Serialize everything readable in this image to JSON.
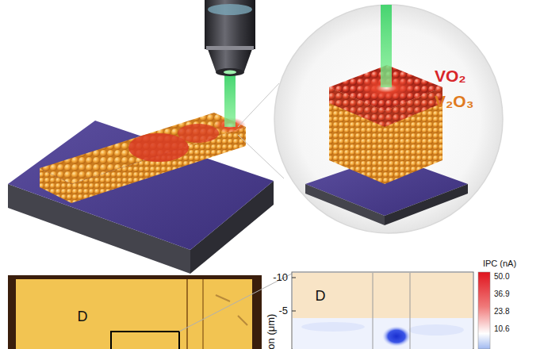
{
  "diagram": {
    "labels": [
      "VO₂",
      "V₂O₃",
      "D",
      "D",
      "-10",
      "-5",
      "on (μm)",
      "IPC (nA)",
      "50.0",
      "36.9",
      "23.8",
      "10.6"
    ]
  }
}
